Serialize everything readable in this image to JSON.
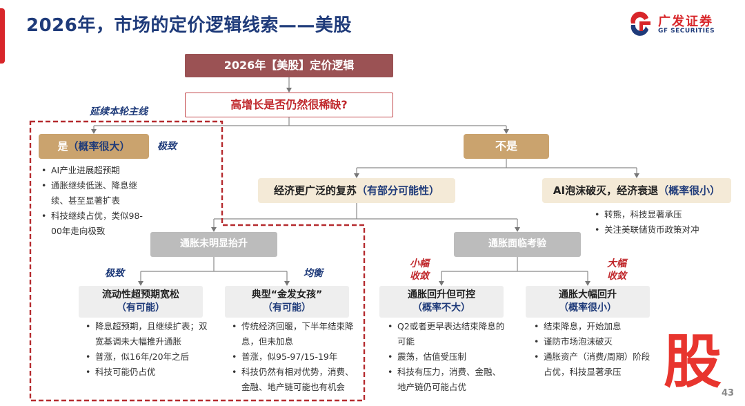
{
  "header": {
    "title": "2026年，市场的定价逻辑线索——美股",
    "logo_cn": "广发证券",
    "logo_en": "GF SECURITIES"
  },
  "tree": {
    "root": "2026年【美股】定价逻辑",
    "question": "高增长是否仍然很稀缺?",
    "continue_label": "延续本轮主线",
    "yes": {
      "label": "是",
      "prob": "（概率很大）",
      "tag": "极致",
      "bullets": [
        "AI产业进展超预期",
        "通胀继续低迷、降息继续、甚至显著扩表",
        "科技继续占优，类似98-00年走向极致"
      ]
    },
    "no": {
      "label": "不是"
    },
    "recovery": {
      "label": "经济更广泛的复苏",
      "prob": "（有部分可能性）"
    },
    "bubble": {
      "label": "AI泡沫破灭，经济衰退",
      "prob": "（概率很小）",
      "bullets": [
        "转熊，科技显著承压",
        "关注美联储货币政策对冲"
      ]
    },
    "inflation_not_rise": {
      "label": "通胀未明显抬升"
    },
    "inflation_test": {
      "label": "通胀面临考验"
    },
    "liquidity": {
      "label": "流动性超预期宽松",
      "prob": "（有可能）",
      "tag": "极致",
      "bullets": [
        "降息超预期，且继续扩表；双宽基调未大幅推升通胀",
        "普涨，似16年/20年之后",
        "科技可能仍占优"
      ]
    },
    "goldilocks": {
      "label": "典型“金发女孩”",
      "prob": "（有可能）",
      "tag": "均衡",
      "bullets": [
        "传统经济回暖，下半年结束降息，但未加息",
        "普涨，似95-97/15-19年",
        "科技仍然有相对优势，消费、金融、地产链可能也有机会"
      ]
    },
    "controllable": {
      "label": "通胀回升但可控",
      "prob": "（概率不大）",
      "tag": "小幅收敛",
      "bullets": [
        "Q2或者更早表达结束降息的可能",
        "震荡，估值受压制",
        "科技有压力，消费、金融、地产链仍可能占优"
      ]
    },
    "big_rise": {
      "label": "通胀大幅回升",
      "prob": "（概率很小）",
      "tag": "大幅收敛",
      "bullets": [
        "结束降息，开始加息",
        "谨防市场泡沫破灭",
        "通胀资产（消费/周期）阶段占优，科技显著承压"
      ]
    }
  },
  "watermark": "股",
  "page_number": "43",
  "colors": {
    "title_blue": "#1f3b7a",
    "accent_red": "#d8262a",
    "root_fill": "#9b5254",
    "gold_fill": "#caa36e",
    "cream_fill": "#f4ead7",
    "gray_fill": "#bcbcbc",
    "light_fill": "#eeeeee",
    "dashed_outline": "#b52a2e"
  }
}
